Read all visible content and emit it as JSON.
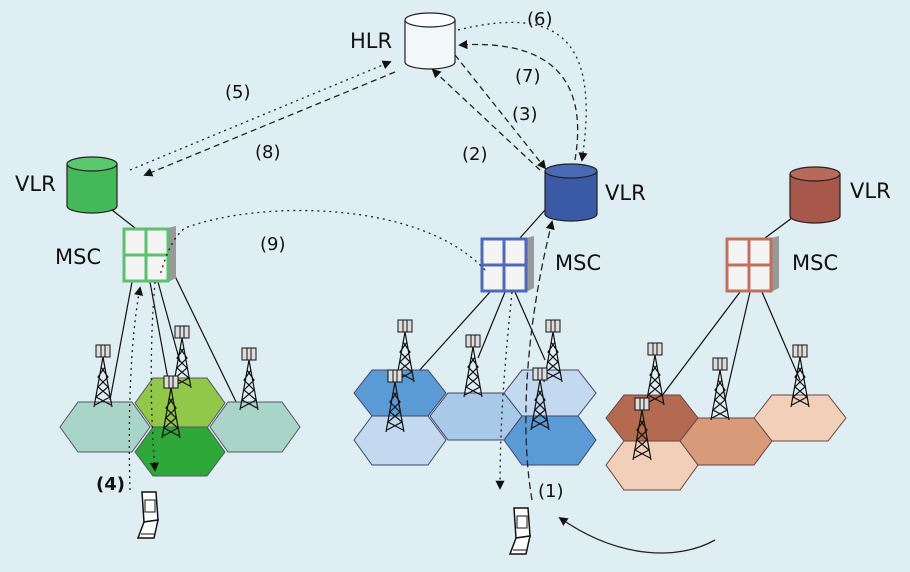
{
  "labels": {
    "hlr": "HLR",
    "vlr_left": "VLR",
    "msc_left": "MSC",
    "vlr_mid": "VLR",
    "msc_mid": "MSC",
    "vlr_right": "VLR",
    "msc_right": "MSC"
  },
  "steps": [
    "(1)",
    "(2)",
    "(3)",
    "(4)",
    "(5)",
    "(6)",
    "(7)",
    "(8)",
    "(9)"
  ],
  "colors": {
    "background": "#dfeef2",
    "vlr_left": "#45b85a",
    "vlr_mid": "#3a5aa5",
    "vlr_right": "#a8584a",
    "hlr": "#f2f8fa",
    "msc_left_border": "#5cc070",
    "msc_mid_border": "#5068b8",
    "msc_right_border": "#c07060"
  }
}
